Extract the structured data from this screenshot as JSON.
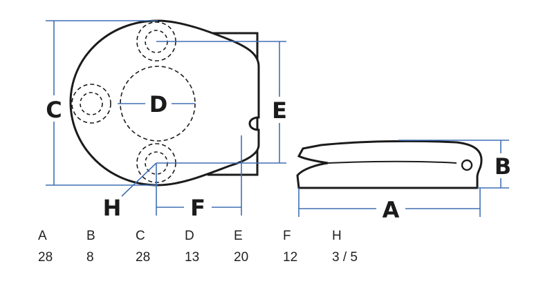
{
  "labels": {
    "A": "A",
    "B": "B",
    "C": "C",
    "D": "D",
    "E": "E",
    "F": "F",
    "H": "H"
  },
  "table": {
    "headers": [
      "A",
      "B",
      "C",
      "D",
      "E",
      "F",
      "H"
    ],
    "values": [
      "28",
      "8",
      "28",
      "13",
      "20",
      "12",
      "3 / 5"
    ]
  },
  "colors": {
    "outline": "#1b1b1b",
    "dimension": "#3f6fb3",
    "text": "#1f1f1f"
  }
}
